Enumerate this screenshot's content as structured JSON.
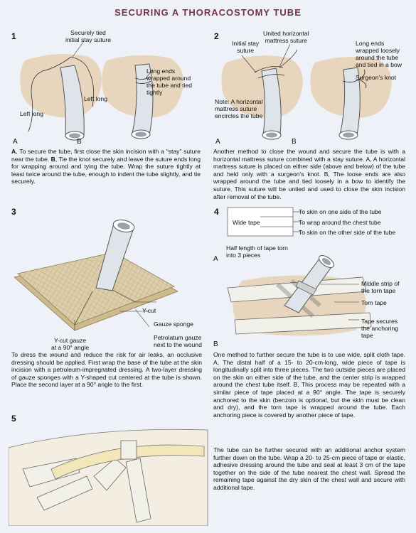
{
  "title": "SECURING A THORACOSTOMY TUBE",
  "panels": {
    "p1": {
      "number": "1",
      "labels": {
        "tied_suture": "Securely tied\ninitial stay suture",
        "left_long": "Left long",
        "left_long_2": "Left long",
        "long_ends": "Long ends\nwrapped around\nthe tube and tied\ntightly",
        "a": "A",
        "b": "B"
      },
      "caption_a_label": "A",
      "caption_a": ", To secure the tube, first close the skin incision with a “stay” suture near the tube. ",
      "caption_b_label": "B",
      "caption_b": ", Tie the knot securely and leave the suture ends long for wrapping around and tying the tube. Wrap the suture tightly at least twice around the tube, enough to indent the tube slightly, and tie securely."
    },
    "p2": {
      "number": "2",
      "labels": {
        "initial_stay": "Initial stay\nsuture",
        "united": "United horizontal\nmattress suture",
        "long_ends": "Long ends\nwrapped loosely\naround the tube\nand tied in a bow",
        "surgeons_knot": "Surgeon's knot",
        "note": "Note: A horizontal\nmattress suture\nencircles the tube",
        "a": "A",
        "b": "B"
      },
      "caption": "Another method to close the wound and secure the tube is with a horizontal mattress suture combined with a stay suture. A, A horizontal mattress suture is placed on either side (above and below) of the tube and held only with a surgeon's knot. B, The loose ends are also wrapped around the tube and tied loosely in a bow to identify the suture. This suture will be untied and used to close the skin incision after removal of the tube."
    },
    "p3": {
      "number": "3",
      "labels": {
        "ycut": "Y-cut",
        "gauze": "Gauze sponge",
        "petrolatum": "Petrolatum gauze\nnext to the wound",
        "ycut_gauze": "Y-cut gauze\nat a 90° angle"
      },
      "caption": "To dress the wound and reduce the risk for air leaks, an occlusive dressing should be applied. First wrap the base of the tube at the skin incision with a petroleum-impregnated dressing. A two-layer dressing of gauze sponges with a Y-shaped cut centered at the tube is shown. Place the second layer at a 90° angle to the first."
    },
    "p4": {
      "number": "4",
      "labels": {
        "wide_tape": "Wide tape",
        "to_skin_one": "To skin on one side of the tube",
        "to_wrap": "To wrap around the chest tube",
        "to_skin_other": "To skin on the other side of the tube",
        "half_length": "Half length of tape torn\ninto 3 pieces",
        "a": "A",
        "middle_strip": "Middle strip of\nthe torn tape",
        "torn_tape": "Torn tape",
        "tape_secures": "Tape secures\nthe anchoring\ntape",
        "b": "B"
      },
      "caption": "One method to further secure the tube is to use wide, split cloth tape. A, The distal half of a 15- to 20-cm-long, wide piece of tape is longitudinally split into three pieces. The two outside pieces are placed on the skin on either side of the tube, and the center strip is wrapped around the chest tube itself. B, This process may be repeated with a similar piece of tape placed at a 90° angle. The tape is securely anchored to the skin (benzoin is optional, but the skin must be clean and dry), and the torn tape is wrapped around the tube. Each anchoring piece is covered by another piece of tape."
    },
    "p5": {
      "number": "5",
      "caption": "The tube can be further secured with an additional anchor system further down on the tube. Wrap a 20- to 25-cm piece of tape or elastic, adhesive dressing around the tube and seal at least 3 cm of the tape together on the side of the tube nearest the chest wall. Spread the remaining tape against the dry skin of the chest wall and secure with additional tape."
    }
  },
  "colors": {
    "title": "#7a2f4a",
    "skin": "#e7d6bd",
    "tube": "#dfe4ea",
    "gauze": "#d8c9a6",
    "tape": "#f1f1ea"
  }
}
